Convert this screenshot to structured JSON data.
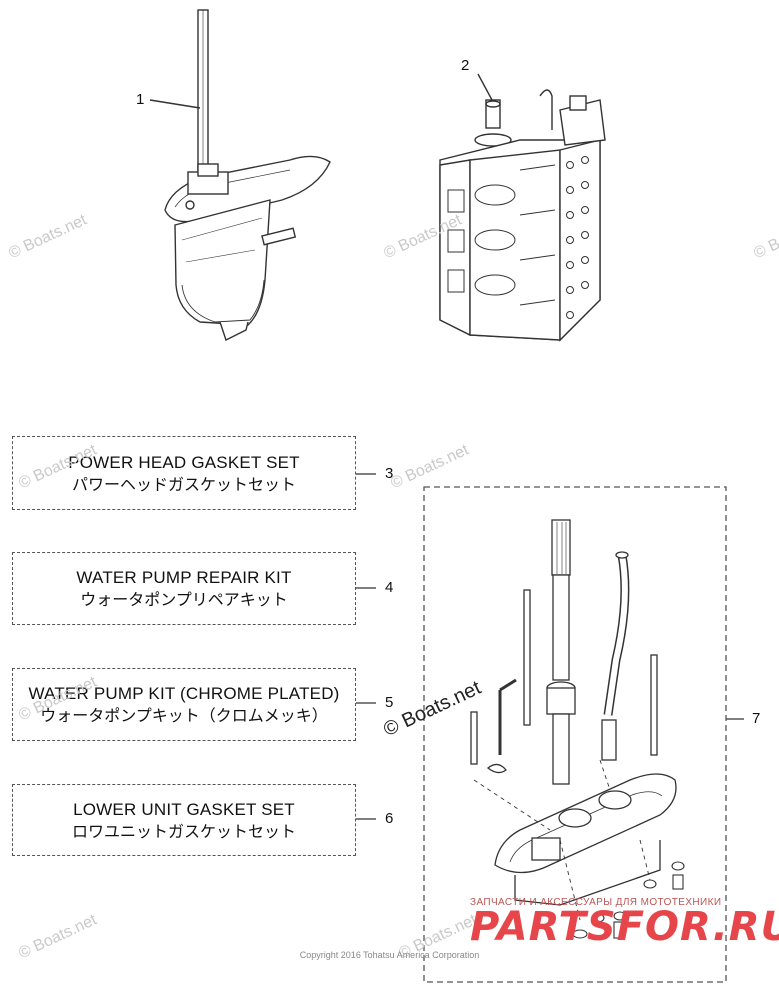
{
  "callouts": {
    "c1": "1",
    "c2": "2",
    "c3": "3",
    "c4": "4",
    "c5": "5",
    "c6": "6",
    "c7": "7"
  },
  "kits": [
    {
      "en": "POWER HEAD GASKET SET",
      "jp": "パワーヘッドガスケットセット"
    },
    {
      "en": "WATER PUMP REPAIR KIT",
      "jp": "ウォータポンプリペアキット"
    },
    {
      "en": "WATER PUMP KIT (CHROME PLATED)",
      "jp": "ウォータポンプキット（クロムメッキ）"
    },
    {
      "en": "LOWER UNIT GASKET SET",
      "jp": "ロワユニットガスケットセット"
    }
  ],
  "watermark": "© Boats.net",
  "copyright": "Copyright 2016 Tohatsu America Corporation",
  "brand": {
    "tagline": "ЗАПЧАСТИ И АКСЕССУАРЫ ДЛЯ МОТОТЕХНИКИ",
    "name": "PARTSFOR.RU"
  },
  "colors": {
    "line": "#333333",
    "dashed_box": "#555555",
    "watermark": "#c9c9c9",
    "brand": "#e6454a"
  }
}
